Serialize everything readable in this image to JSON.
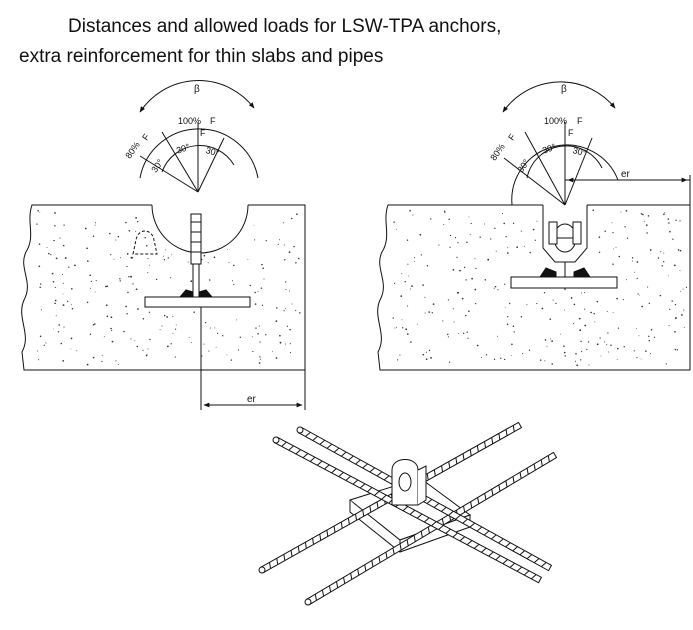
{
  "title": {
    "line1": "Distances and allowed loads for LSW-TPA anchors,",
    "line2": "extra reinforcement for thin slabs and pipes"
  },
  "left_diagram": {
    "beta": "β",
    "pct100": "100%",
    "f_top": "F",
    "f_mid": "F",
    "pct80": "80%",
    "f_left": "F",
    "a1": "30°",
    "a2": "30°",
    "a3": "30°",
    "er": "er"
  },
  "right_diagram": {
    "beta": "β",
    "pct100": "100%",
    "f_top": "F",
    "f_mid": "F",
    "pct80": "80%",
    "f_left": "F",
    "a1": "30°",
    "a2": "30°",
    "a3": "30°",
    "er": "er"
  },
  "colors": {
    "line": "#111111",
    "fill": "#ffffff",
    "stipple": "#333333"
  }
}
